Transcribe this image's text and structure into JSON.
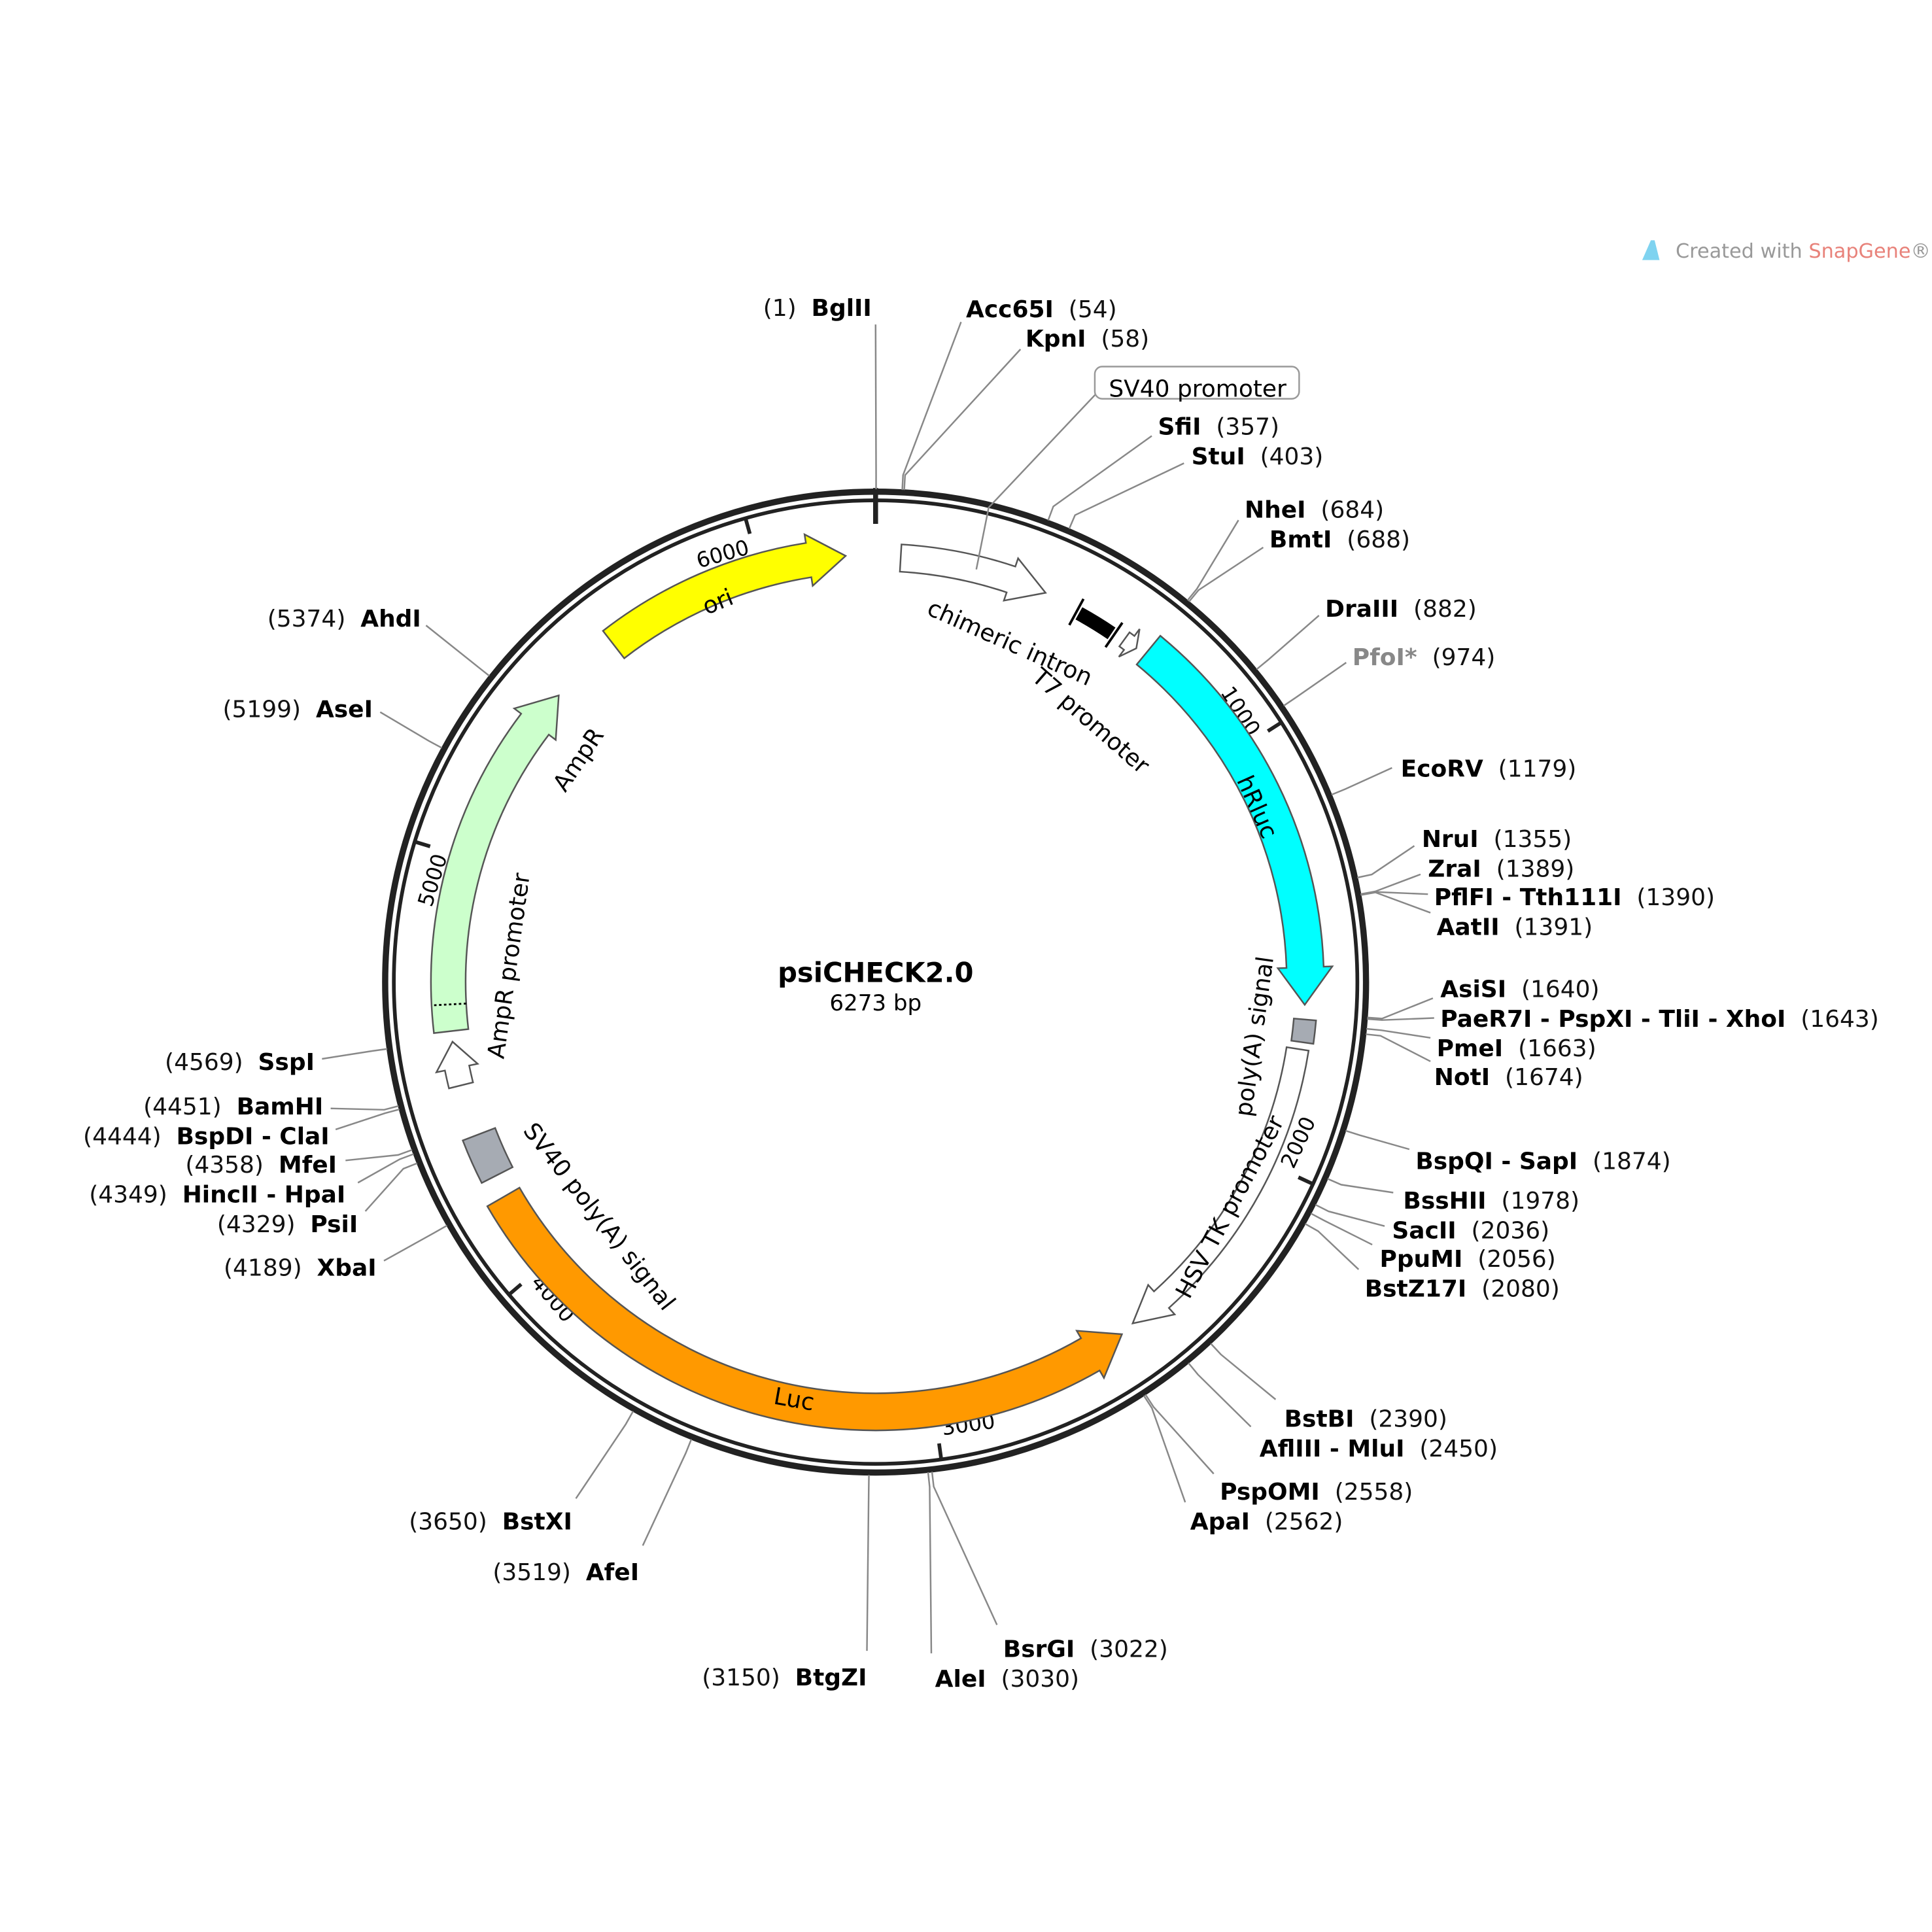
{
  "plasmid": {
    "name": "psiCHECK2.0",
    "length_label": "6273 bp",
    "length": 6273
  },
  "branding": {
    "prefix": "Created with ",
    "brand": "SnapGene",
    "suffix": "®"
  },
  "colors": {
    "ori": "#ffff00",
    "ampr": "#ccffcc",
    "hrluc": "#00ffff",
    "luc": "#ff9900",
    "grey_box": "#a6abb3",
    "ring": "#222222",
    "leader": "#888888",
    "pfoi": "#888888",
    "brand": "#e8827a"
  },
  "ticks": [
    {
      "bp": 1000,
      "label": "1000"
    },
    {
      "bp": 2000,
      "label": "2000"
    },
    {
      "bp": 3000,
      "label": "3000"
    },
    {
      "bp": 4000,
      "label": "4000"
    },
    {
      "bp": 5000,
      "label": "5000"
    },
    {
      "bp": 6000,
      "label": "6000"
    }
  ],
  "features": [
    {
      "id": "ori",
      "label": "ori",
      "start": 5614,
      "end": 6203,
      "dir": 1,
      "color": "#ffff00",
      "type": "arrow"
    },
    {
      "id": "ampr",
      "label": "AmpR",
      "start": 4590,
      "end": 5439,
      "dir": 1,
      "color": "#ccffcc",
      "type": "arrow"
    },
    {
      "id": "ampr-promoter",
      "label": "AmpR promoter",
      "start": 4461,
      "end": 4565,
      "dir": 1,
      "color": "#ffffff",
      "type": "arrow"
    },
    {
      "id": "sv40-polya",
      "label": "SV40 poly(A) signal",
      "start": 4234,
      "end": 4339,
      "dir": 0,
      "color": "#a6abb3",
      "type": "box"
    },
    {
      "id": "luc",
      "label": "Luc",
      "start": 2527,
      "end": 4182,
      "dir": -1,
      "color": "#ff9900",
      "type": "arrow"
    },
    {
      "id": "hsv-tk-promoter",
      "label": "HSV TK promoter",
      "start": 1725,
      "end": 2492,
      "dir": 1,
      "color": "#ffffff",
      "type": "arrow"
    },
    {
      "id": "polya-signal",
      "label": "poly(A) signal",
      "start": 1655,
      "end": 1708,
      "dir": 0,
      "color": "#a6abb3",
      "type": "box"
    },
    {
      "id": "hrluc",
      "label": "hRluc",
      "start": 687,
      "end": 1621,
      "dir": 1,
      "color": "#00ffff",
      "type": "arrow"
    },
    {
      "id": "chimeric-intron",
      "label": "chimeric intron",
      "start": 505,
      "end": 592,
      "dir": 0,
      "color": "#000000",
      "type": "bar"
    },
    {
      "id": "t7-promoter",
      "label": "T7 promoter",
      "start": 627,
      "end": 662,
      "dir": 1,
      "color": "#ffffff",
      "type": "arrow"
    },
    {
      "id": "sv40-promoter",
      "label": "SV40 promoter",
      "start": 59,
      "end": 411,
      "dir": 1,
      "color": "#ffffff",
      "type": "arrow"
    }
  ],
  "enzymes": [
    {
      "name": "BglII",
      "pos": 1,
      "pos_label": "(1)"
    },
    {
      "name": "Acc65I",
      "pos": 54,
      "pos_label": "(54)"
    },
    {
      "name": "KpnI",
      "pos": 58,
      "pos_label": "(58)"
    },
    {
      "name": "SfiI",
      "pos": 357,
      "pos_label": "(357)"
    },
    {
      "name": "StuI",
      "pos": 403,
      "pos_label": "(403)"
    },
    {
      "name": "NheI",
      "pos": 684,
      "pos_label": "(684)"
    },
    {
      "name": "BmtI",
      "pos": 688,
      "pos_label": "(688)"
    },
    {
      "name": "DraIII",
      "pos": 882,
      "pos_label": "(882)"
    },
    {
      "name": "PfoI*",
      "pos": 974,
      "pos_label": "(974)",
      "muted": true
    },
    {
      "name": "EcoRV",
      "pos": 1179,
      "pos_label": "(1179)"
    },
    {
      "name": "NruI",
      "pos": 1355,
      "pos_label": "(1355)"
    },
    {
      "name": "ZraI",
      "pos": 1389,
      "pos_label": "(1389)"
    },
    {
      "name": "PflFI - Tth111I",
      "pos": 1390,
      "pos_label": "(1390)"
    },
    {
      "name": "AatII",
      "pos": 1391,
      "pos_label": "(1391)"
    },
    {
      "name": "AsiSI",
      "pos": 1640,
      "pos_label": "(1640)"
    },
    {
      "name": "PaeR7I - PspXI - TliI - XhoI",
      "pos": 1643,
      "pos_label": "(1643)"
    },
    {
      "name": "PmeI",
      "pos": 1663,
      "pos_label": "(1663)"
    },
    {
      "name": "NotI",
      "pos": 1674,
      "pos_label": "(1674)"
    },
    {
      "name": "BspQI - SapI",
      "pos": 1874,
      "pos_label": "(1874)"
    },
    {
      "name": "BssHII",
      "pos": 1978,
      "pos_label": "(1978)"
    },
    {
      "name": "SacII",
      "pos": 2036,
      "pos_label": "(2036)"
    },
    {
      "name": "PpuMI",
      "pos": 2056,
      "pos_label": "(2056)"
    },
    {
      "name": "BstZ17I",
      "pos": 2080,
      "pos_label": "(2080)"
    },
    {
      "name": "BstBI",
      "pos": 2390,
      "pos_label": "(2390)"
    },
    {
      "name": "AflIII - MluI",
      "pos": 2450,
      "pos_label": "(2450)"
    },
    {
      "name": "PspOMI",
      "pos": 2558,
      "pos_label": "(2558)"
    },
    {
      "name": "ApaI",
      "pos": 2562,
      "pos_label": "(2562)"
    },
    {
      "name": "BsrGI",
      "pos": 3022,
      "pos_label": "(3022)"
    },
    {
      "name": "AleI",
      "pos": 3030,
      "pos_label": "(3030)"
    },
    {
      "name": "BtgZI",
      "pos": 3150,
      "pos_label": "(3150)"
    },
    {
      "name": "AfeI",
      "pos": 3519,
      "pos_label": "(3519)"
    },
    {
      "name": "BstXI",
      "pos": 3650,
      "pos_label": "(3650)"
    },
    {
      "name": "XbaI",
      "pos": 4189,
      "pos_label": "(4189)"
    },
    {
      "name": "PsiI",
      "pos": 4329,
      "pos_label": "(4329)"
    },
    {
      "name": "HincII - HpaI",
      "pos": 4349,
      "pos_label": "(4349)"
    },
    {
      "name": "MfeI",
      "pos": 4358,
      "pos_label": "(4358)"
    },
    {
      "name": "BspDI - ClaI",
      "pos": 4444,
      "pos_label": "(4444)"
    },
    {
      "name": "BamHI",
      "pos": 4451,
      "pos_label": "(4451)"
    },
    {
      "name": "SspI",
      "pos": 4569,
      "pos_label": "(4569)"
    },
    {
      "name": "AseI",
      "pos": 5199,
      "pos_label": "(5199)"
    },
    {
      "name": "AhdI",
      "pos": 5374,
      "pos_label": "(5374)"
    }
  ]
}
